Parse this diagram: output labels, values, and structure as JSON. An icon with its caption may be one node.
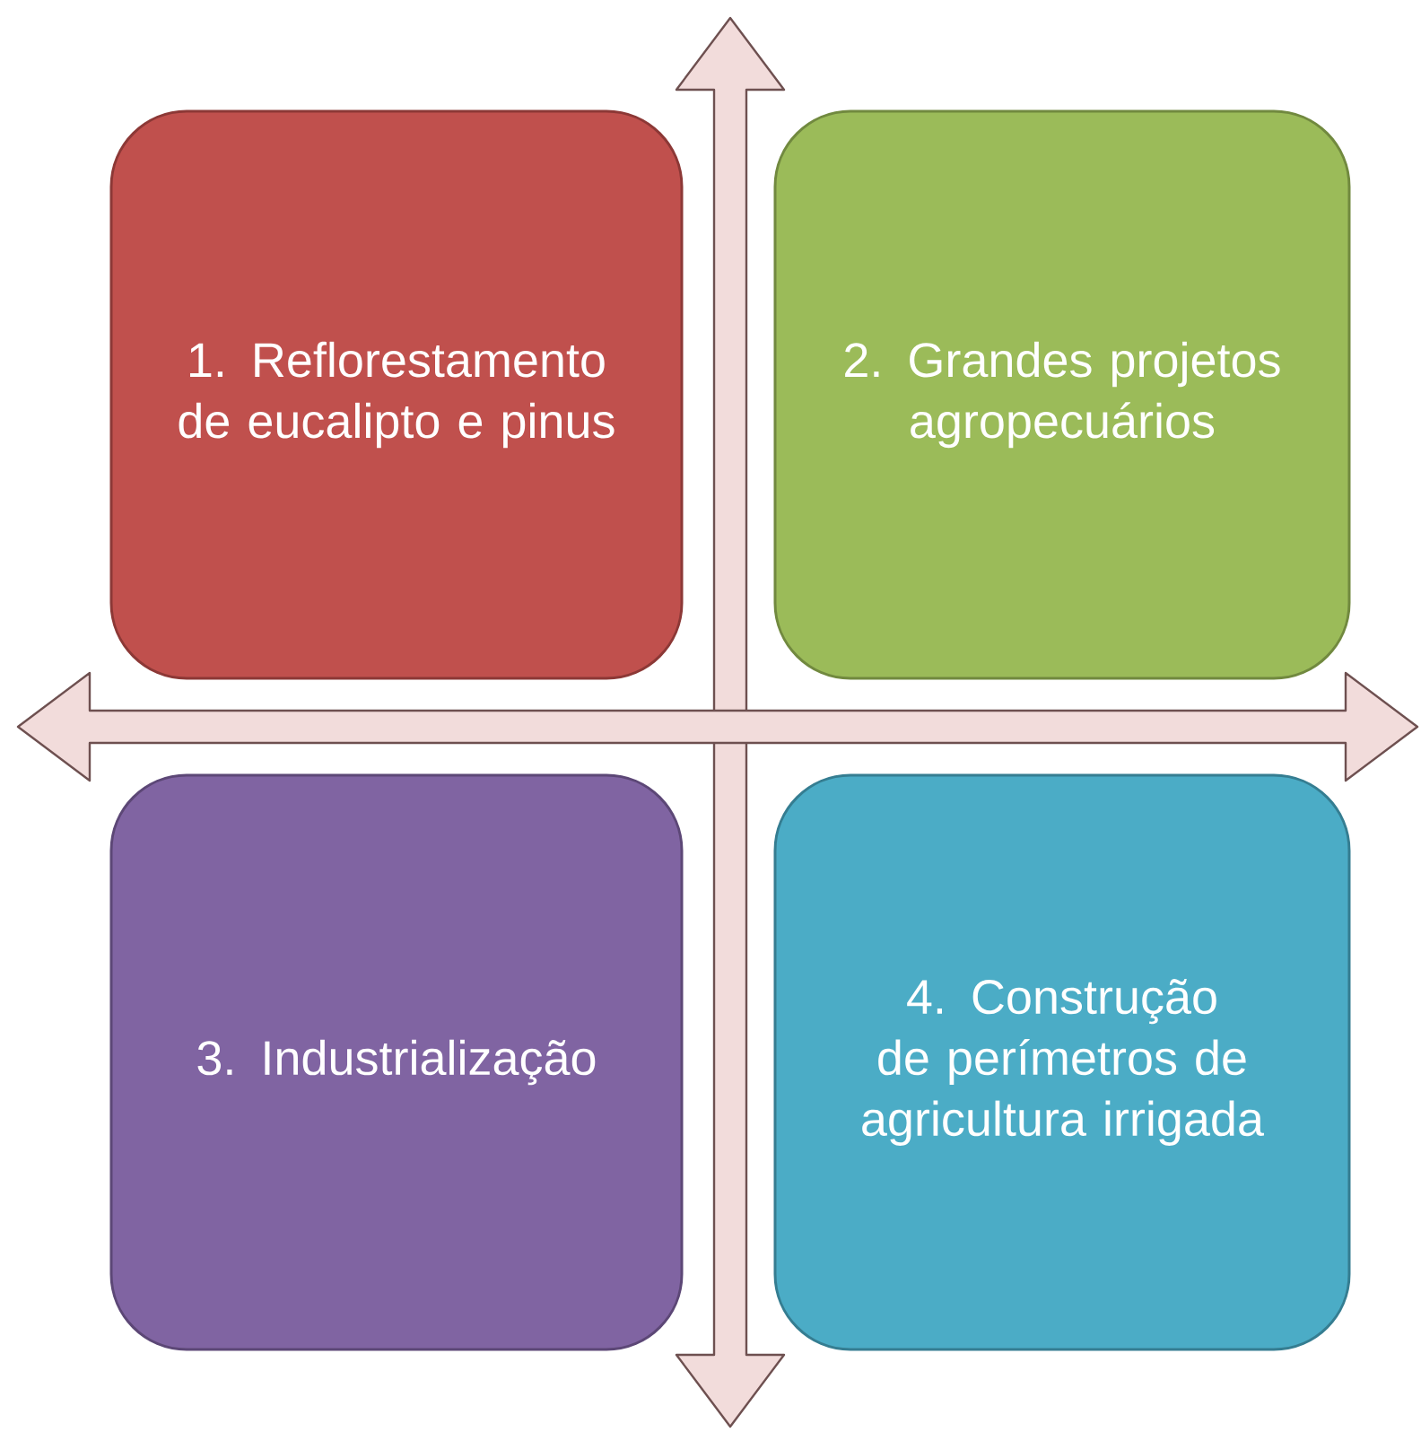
{
  "diagram": {
    "nodes": [
      {
        "text": [
          "1. Reflorestamento de eucalipto e pinus"
        ]
      },
      {
        "text": [
          "2. Grandes projetos agropecuários"
        ]
      },
      {
        "text": [
          "3. Industrialização"
        ]
      },
      {
        "text": [
          "4. Construção de perímetros de agricultura irrigada"
        ]
      }
    ]
  }
}
